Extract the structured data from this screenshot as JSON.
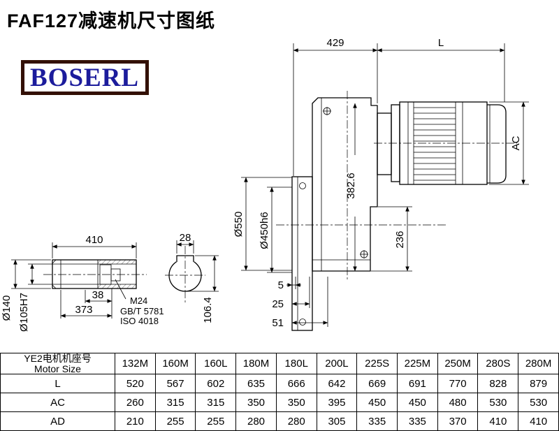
{
  "page": {
    "title": "FAF127减速机尺寸图纸",
    "logo": "BOSERL"
  },
  "drawing": {
    "dims": {
      "d429": "429",
      "dL": "L",
      "dAC": "AC",
      "d550": "Ø550",
      "d450": "Ø450h6",
      "d382": "382.6",
      "d236": "236",
      "d5": "5",
      "d25": "25",
      "d51": "51",
      "d410": "410",
      "d28": "28",
      "d38": "38",
      "d373": "373",
      "d140": "Ø140",
      "d105": "Ø105H7",
      "d106": "106.4",
      "bolt": "M24",
      "bolt_std1": "GB/T 5781",
      "bolt_std2": "ISO 4018"
    }
  },
  "table": {
    "header": {
      "line1": "YE2电机机座号",
      "line2": "Motor Size"
    },
    "columns": [
      "132M",
      "160M",
      "160L",
      "180M",
      "180L",
      "200L",
      "225S",
      "225M",
      "250M",
      "280S",
      "280M"
    ],
    "rows": [
      {
        "label": "L",
        "values": [
          520,
          567,
          602,
          635,
          666,
          642,
          669,
          691,
          770,
          828,
          879
        ]
      },
      {
        "label": "AC",
        "values": [
          260,
          315,
          315,
          350,
          350,
          395,
          450,
          450,
          480,
          530,
          530
        ]
      },
      {
        "label": "AD",
        "values": [
          210,
          255,
          255,
          280,
          280,
          305,
          335,
          335,
          370,
          410,
          410
        ]
      }
    ]
  }
}
